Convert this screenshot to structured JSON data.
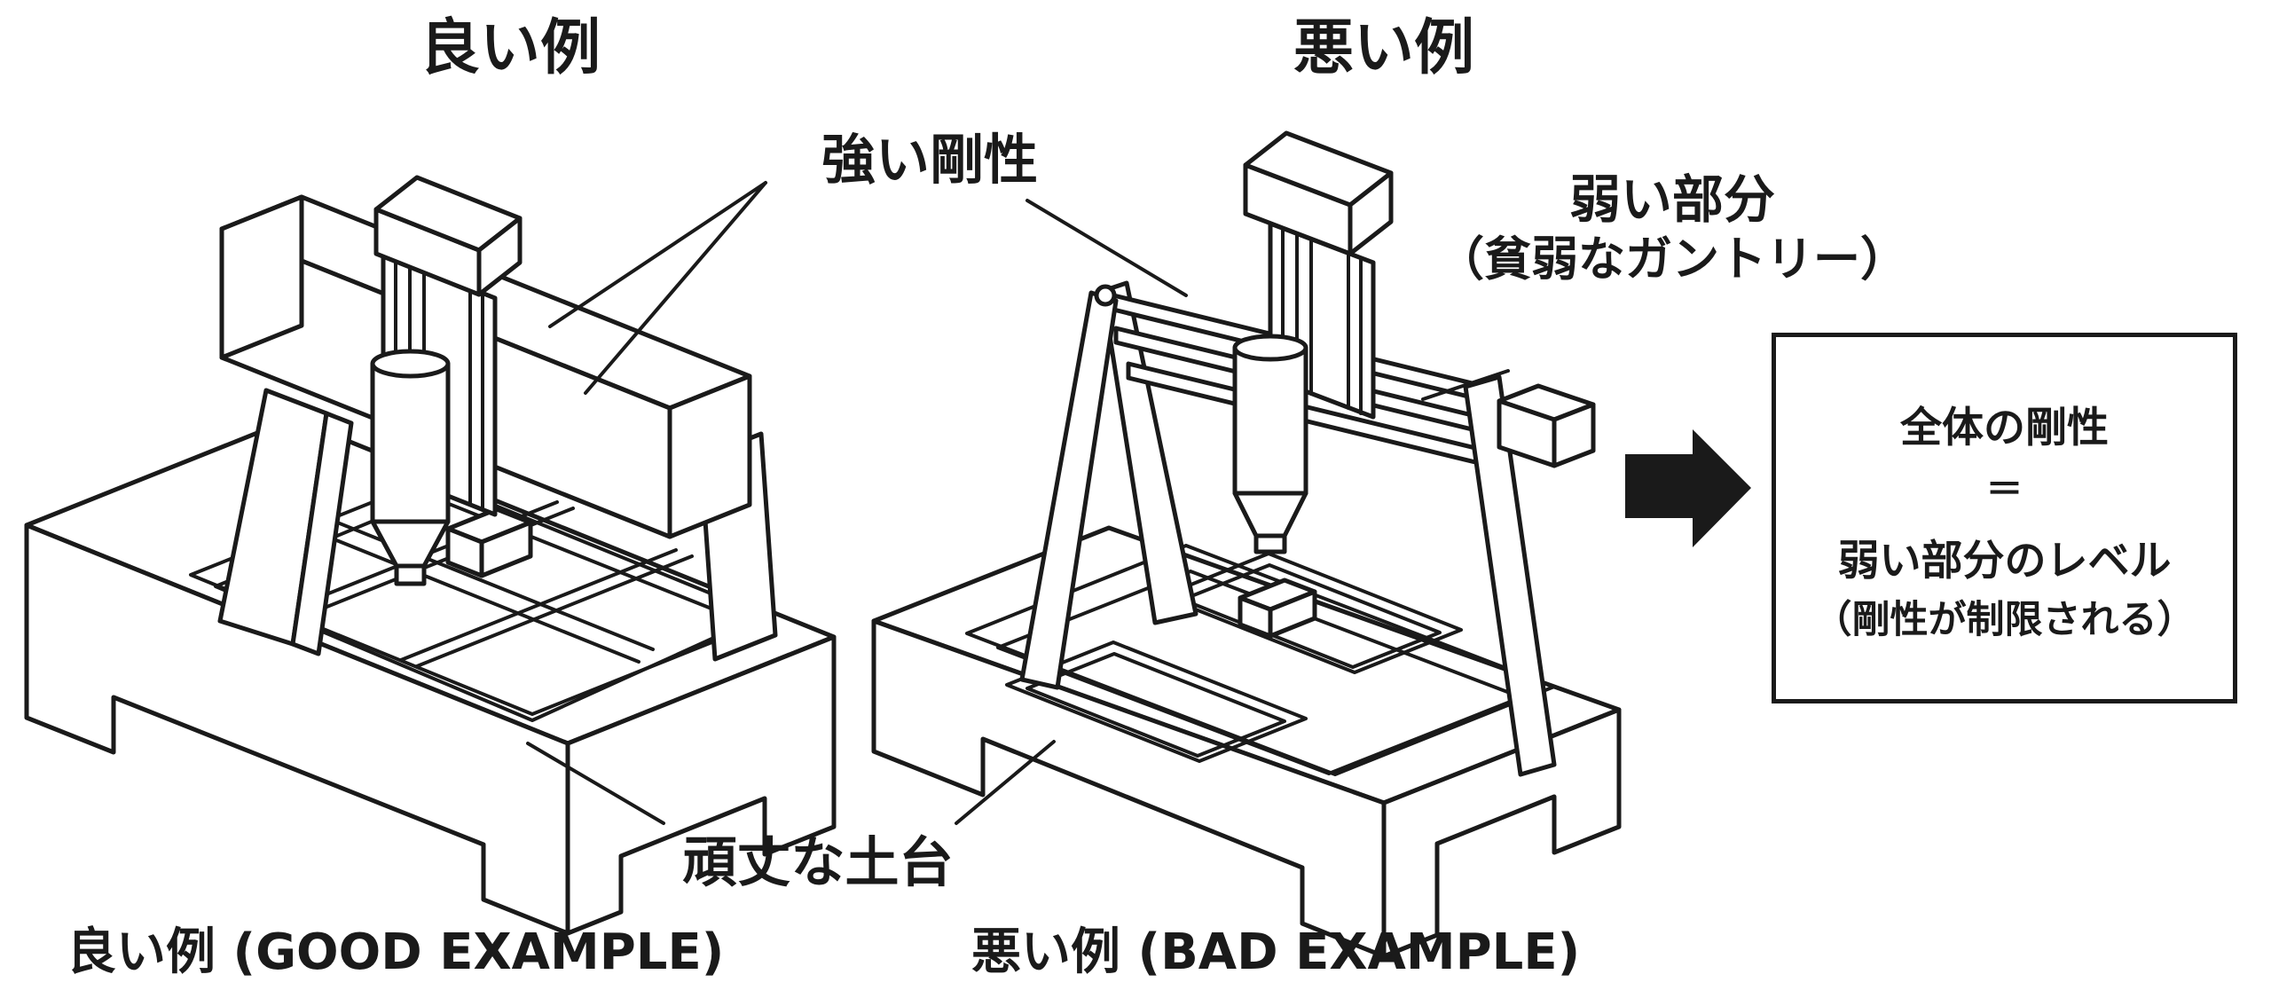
{
  "headings": {
    "good": "良い例",
    "bad": "悪い例"
  },
  "labels": {
    "strong_rigidity": "強い剛性",
    "weak_part_line1": "弱い部分",
    "weak_part_line2": "（貧弱なガントリー）",
    "sturdy_base": "頑丈な土台"
  },
  "captions": {
    "good": "良い例 (GOOD EXAMPLE)",
    "bad": "悪い例 (BAD EXAMPLE)"
  },
  "result_box": {
    "line1": "全体の剛性",
    "line2": "＝",
    "line3": "弱い部分のレベル",
    "line4": "（剛性が制限される）"
  },
  "icons": {
    "arrow": "arrow-right-icon"
  },
  "colors": {
    "ink": "#1a1a1a",
    "background": "#ffffff"
  }
}
